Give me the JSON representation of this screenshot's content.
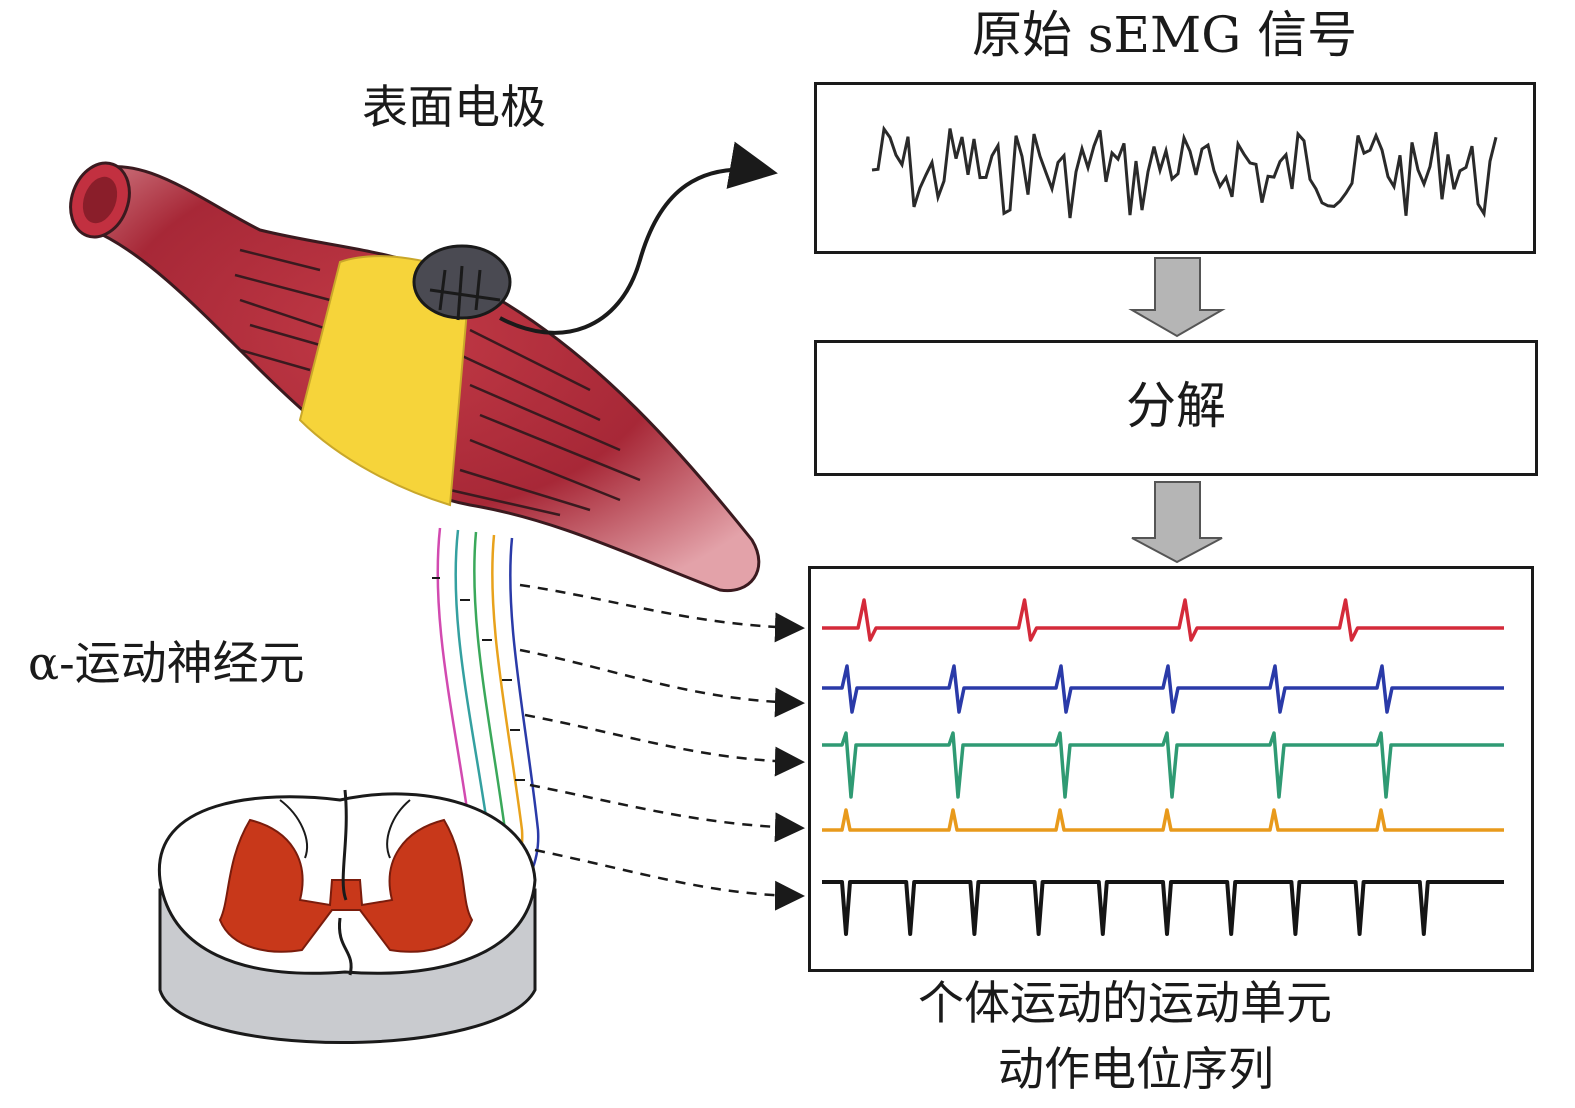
{
  "labels": {
    "raw_signal": "原始 sEMG 信号",
    "electrode": "表面电极",
    "decomposition": "分解",
    "motor_neuron": "α-运动神经元",
    "output_line1": "个体运动的运动单元",
    "output_line2": "动作电位序列"
  },
  "colors": {
    "muscle": "#b8323f",
    "muscle_highlight": "#e8a0a6",
    "electrode_band": "#f6d43a",
    "arrow_fill": "#b5b5b5",
    "grey_matter": "#c8381a",
    "spinal_base": "#c9cbcf",
    "trace_red": "#d42a3a",
    "trace_blue": "#2a3aa8",
    "trace_green": "#2f9a73",
    "trace_orange": "#e89a1c",
    "trace_black": "#151515"
  },
  "motor_unit_trains": [
    {
      "name": "red",
      "color_key": "trace_red",
      "firing_count": 4,
      "spike_shape": "biphasic_up"
    },
    {
      "name": "blue",
      "color_key": "trace_blue",
      "firing_count": 6,
      "spike_shape": "biphasic_mixed"
    },
    {
      "name": "green",
      "color_key": "trace_green",
      "firing_count": 6,
      "spike_shape": "small_up_large_down"
    },
    {
      "name": "orange",
      "color_key": "trace_orange",
      "firing_count": 6,
      "spike_shape": "small_up"
    },
    {
      "name": "black",
      "color_key": "trace_black",
      "firing_count": 10,
      "spike_shape": "down"
    }
  ]
}
